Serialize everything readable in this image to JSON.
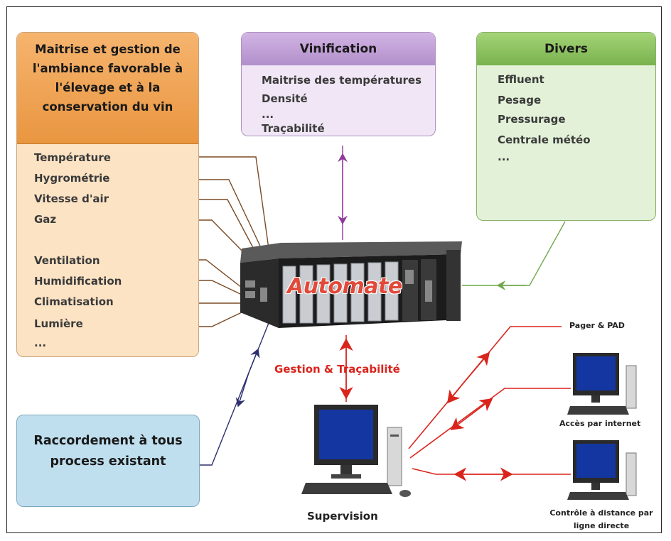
{
  "ambiance": {
    "title": "Maitrise et gestion de l'ambiance favorable à l'élevage et à la conservation du vin",
    "items": [
      "Température",
      "Hygrométrie",
      "Vitesse d'air",
      "Gaz",
      "Ventilation",
      "Humidification",
      "Climatisation",
      "Lumière",
      "..."
    ]
  },
  "vinification": {
    "title": "Vinification",
    "items": [
      "Maitrise des températures",
      "Densité",
      "...",
      "Traçabilité"
    ]
  },
  "divers": {
    "title": "Divers",
    "items": [
      "Effluent",
      "Pesage",
      "Pressurage",
      "Centrale météo",
      "..."
    ]
  },
  "raccordement": {
    "text": "Raccordement à tous process existant"
  },
  "automate": {
    "label": "Automate"
  },
  "gestion": {
    "label": "Gestion & Traçabilité"
  },
  "supervision": {
    "label": "Supervision"
  },
  "pager": {
    "label": "Pager & PAD"
  },
  "internet": {
    "label": "Accès par internet"
  },
  "distance": {
    "label": "Contrôle à distance par ligne directe"
  },
  "colors": {
    "brown": "#7a4b26",
    "purple": "#8e3a9a",
    "green": "#6fa84d",
    "navy": "#2d2f6e",
    "red": "#d9241c"
  }
}
